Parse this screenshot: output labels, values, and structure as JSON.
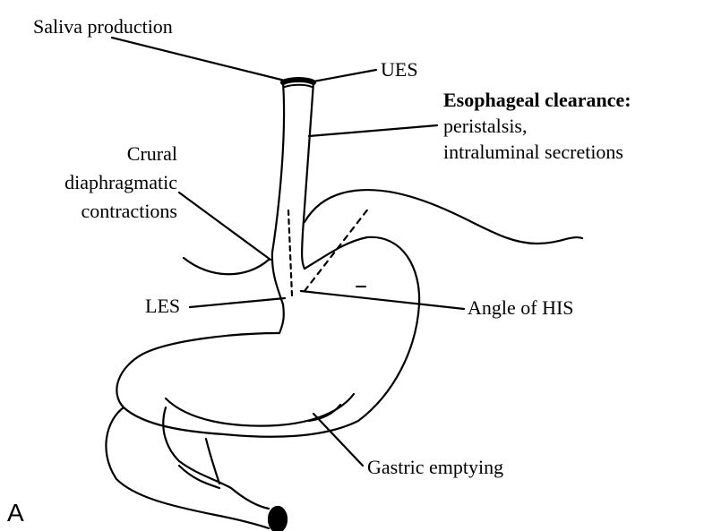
{
  "labels": {
    "saliva": "Saliva production",
    "ues": "UES",
    "clearance_title": "Esophageal clearance:",
    "clearance_line1": "peristalsis,",
    "clearance_line2": "intraluminal secretions",
    "crural_line1": "Crural",
    "crural_line2": "diaphragmatic",
    "crural_line3": "contractions",
    "les": "LES",
    "angle_his": "Angle of HIS",
    "gastric": "Gastric emptying",
    "panel": "A"
  },
  "colors": {
    "ink": "#000000",
    "background": "#ffffff"
  }
}
